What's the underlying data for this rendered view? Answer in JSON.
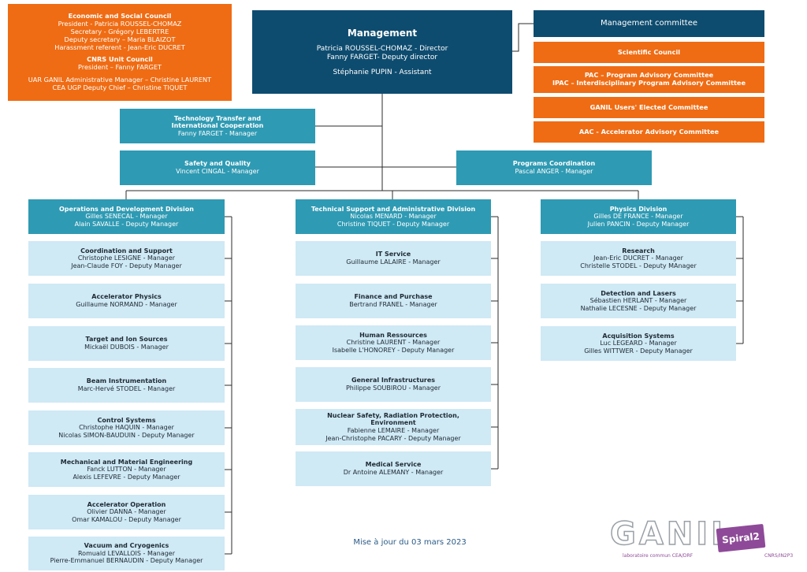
{
  "left_council": {
    "l1": "Economic and Social Council",
    "l2": "President - Patricia ROUSSEL-CHOMAZ",
    "l3": "Secretary - Grégory LEBERTRE",
    "l4": "Deputy secretary – Maria BLAIZOT",
    "l5": "Harassment referent - Jean-Eric DUCRET",
    "l6": "CNRS Unit Council",
    "l7": "President – Fanny FARGET",
    "l8": "UAR GANIL Administrative Manager – Christine LAURENT",
    "l9": "CEA UGP Deputy Chief – Christine TIQUET"
  },
  "management": {
    "title": "Management",
    "l1": "Patricia ROUSSEL-CHOMAZ - Director",
    "l2": "Fanny FARGET- Deputy director",
    "l3": "Stéphanie PUPIN - Assistant"
  },
  "committees": {
    "title": "Management committee",
    "c1": "Scientific Council",
    "c2a": "PAC – Program Advisory Committee",
    "c2b": "IPAC – Interdisciplinary Program Advisory Committee",
    "c3": "GANIL Users' Elected Committee",
    "c4": "AAC - Accelerator Advisory Committee"
  },
  "tech_transfer": {
    "l1": "Technology Transfer and",
    "l2": "International Cooperation",
    "l3": "Fanny FARGET - Manager"
  },
  "safety": {
    "l1": "Safety and Quality",
    "l2": "Vincent CINGAL - Manager"
  },
  "programs": {
    "l1": "Programs Coordination",
    "l2": "Pascal ANGER - Manager"
  },
  "divisions": {
    "ops": {
      "title": "Operations and Development Division",
      "m1": "Gilles SENECAL - Manager",
      "m2": "Alain SAVALLE - Deputy Manager",
      "units": [
        {
          "title": "Coordination and Support",
          "p1": "Christophe LESIGNE - Manager",
          "p2": "Jean-Claude FOY - Deputy Manager"
        },
        {
          "title": "Accelerator Physics",
          "p1": "Guillaume NORMAND - Manager"
        },
        {
          "title": "Target and Ion Sources",
          "p1": "Mickaël DUBOIS - Manager"
        },
        {
          "title": "Beam Instrumentation",
          "p1": "Marc-Hervé STODEL - Manager"
        },
        {
          "title": "Control Systems",
          "p1": "Christophe HAQUIN - Manager",
          "p2": "Nicolas SIMON-BAUDUIN - Deputy Manager"
        },
        {
          "title": "Mechanical and Material Engineering",
          "p1": "Fanck LUTTON - Manager",
          "p2": "Alexis LEFEVRE - Deputy Manager"
        },
        {
          "title": "Accelerator Operation",
          "p1": "Olivier DANNA - Manager",
          "p2": "Omar KAMALOU - Deputy Manager"
        },
        {
          "title": "Vacuum and Cryogenics",
          "p1": "Romuald LEVALLOIS - Manager",
          "p2": "Pierre-Emmanuel BERNAUDIN - Deputy Manager"
        }
      ]
    },
    "tech": {
      "title": "Technical Support and Administrative Division",
      "m1": "Nicolas MENARD - Manager",
      "m2": "Christine TIQUET  - Deputy Manager",
      "units": [
        {
          "title": "IT Service",
          "p1": "Guillaume LALAIRE - Manager"
        },
        {
          "title": "Finance and Purchase",
          "p1": "Bertrand FRANEL - Manager"
        },
        {
          "title": "Human Ressources",
          "p1": "Christine LAURENT - Manager",
          "p2": "Isabelle L'HONOREY - Deputy Manager"
        },
        {
          "title": "General Infrastructures",
          "p1": "Philippe SOUBIROU - Manager"
        },
        {
          "title": "Nuclear Safety, Radiation Protection,",
          "title2": "Environment",
          "p1": "Fabienne LEMAIRE - Manager",
          "p2": "Jean-Christophe PACARY - Deputy Manager"
        },
        {
          "title": "Medical Service",
          "p1": "Dr Antoine ALEMANY - Manager"
        }
      ]
    },
    "phys": {
      "title": "Physics Division",
      "m1": "Gilles DE FRANCE - Manager",
      "m2": "Julien PANCIN - Deputy Manager",
      "units": [
        {
          "title": "Research",
          "p1": "Jean-Eric DUCRET - Manager",
          "p2": "Christelle STODEL - Deputy MAnager"
        },
        {
          "title": "Detection and Lasers",
          "p1": "Sébastien HERLANT - Manager",
          "p2": "Nathalie LECESNE - Deputy Manager"
        },
        {
          "title": "Acquisition Systems",
          "p1": "Luc LEGEARD - Manager",
          "p2": "Gilles WITTWER - Deputy Manager"
        }
      ]
    }
  },
  "footer": "Mise à jour du 03 mars 2023",
  "logo": {
    "name": "GANIL",
    "badge": "Spiral2",
    "sub1": "laboratoire commun CEA/DRF",
    "sub2": "CNRS/IN2P3"
  }
}
